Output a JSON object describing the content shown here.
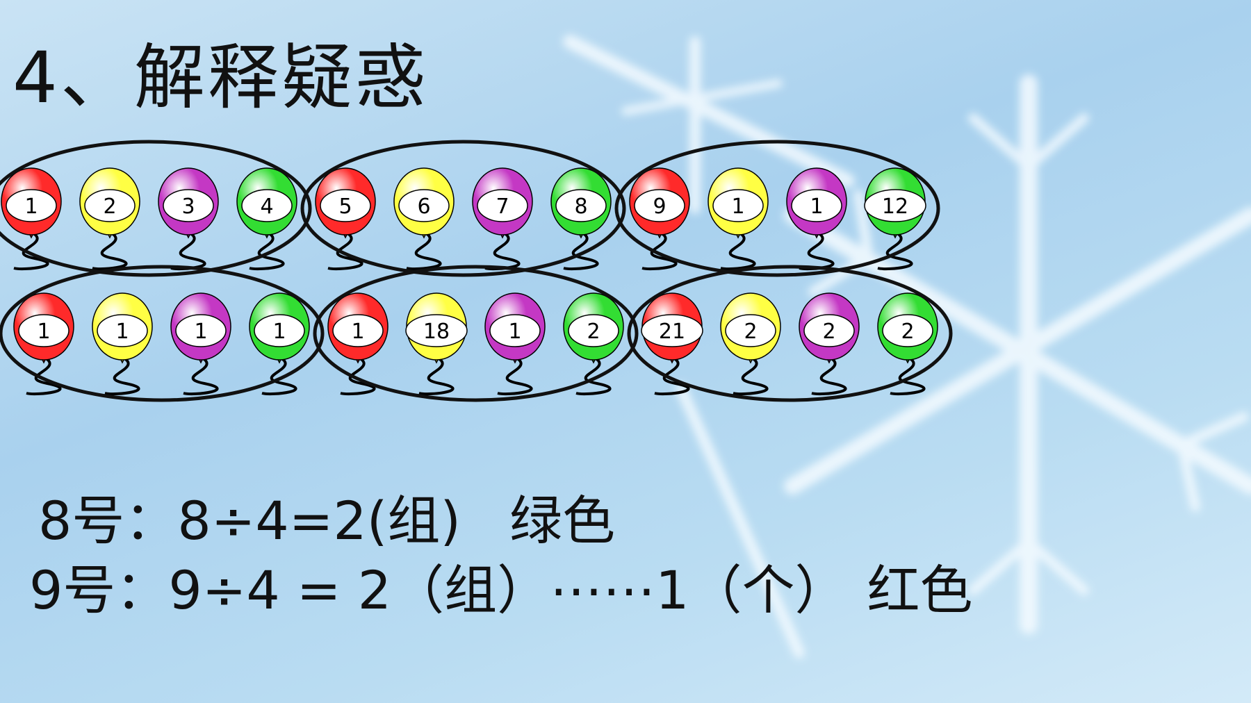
{
  "title": "4、解释疑惑",
  "balloon_colors": {
    "red": "#ff2a2a",
    "yellow": "#ffff44",
    "purple": "#c438c4",
    "green": "#33dd33"
  },
  "color_cycle": [
    "red",
    "yellow",
    "purple",
    "green"
  ],
  "balloons": [
    {
      "number": "1",
      "color": "red"
    },
    {
      "number": "2",
      "color": "yellow"
    },
    {
      "number": "3",
      "color": "purple"
    },
    {
      "number": "4",
      "color": "green"
    },
    {
      "number": "5",
      "color": "red"
    },
    {
      "number": "6",
      "color": "yellow"
    },
    {
      "number": "7",
      "color": "purple"
    },
    {
      "number": "8",
      "color": "green"
    },
    {
      "number": "9",
      "color": "red"
    },
    {
      "number": "1",
      "color": "yellow"
    },
    {
      "number": "1",
      "color": "purple"
    },
    {
      "number": "12",
      "color": "green"
    },
    {
      "number": "1",
      "color": "red"
    },
    {
      "number": "1",
      "color": "yellow"
    },
    {
      "number": "1",
      "color": "purple"
    },
    {
      "number": "1",
      "color": "green"
    },
    {
      "number": "1",
      "color": "red"
    },
    {
      "number": "18",
      "color": "yellow"
    },
    {
      "number": "1",
      "color": "purple"
    },
    {
      "number": "2",
      "color": "green"
    },
    {
      "number": "21",
      "color": "red"
    },
    {
      "number": "2",
      "color": "yellow"
    },
    {
      "number": "2",
      "color": "purple"
    },
    {
      "number": "2",
      "color": "green"
    }
  ],
  "group_size": 4,
  "equations": [
    {
      "expr": "8号：8÷4=2(组)",
      "color_name": "绿色"
    },
    {
      "expr": "9号：9÷4 = 2（组）⋯⋯1（个）",
      "color_name": "红色"
    }
  ]
}
